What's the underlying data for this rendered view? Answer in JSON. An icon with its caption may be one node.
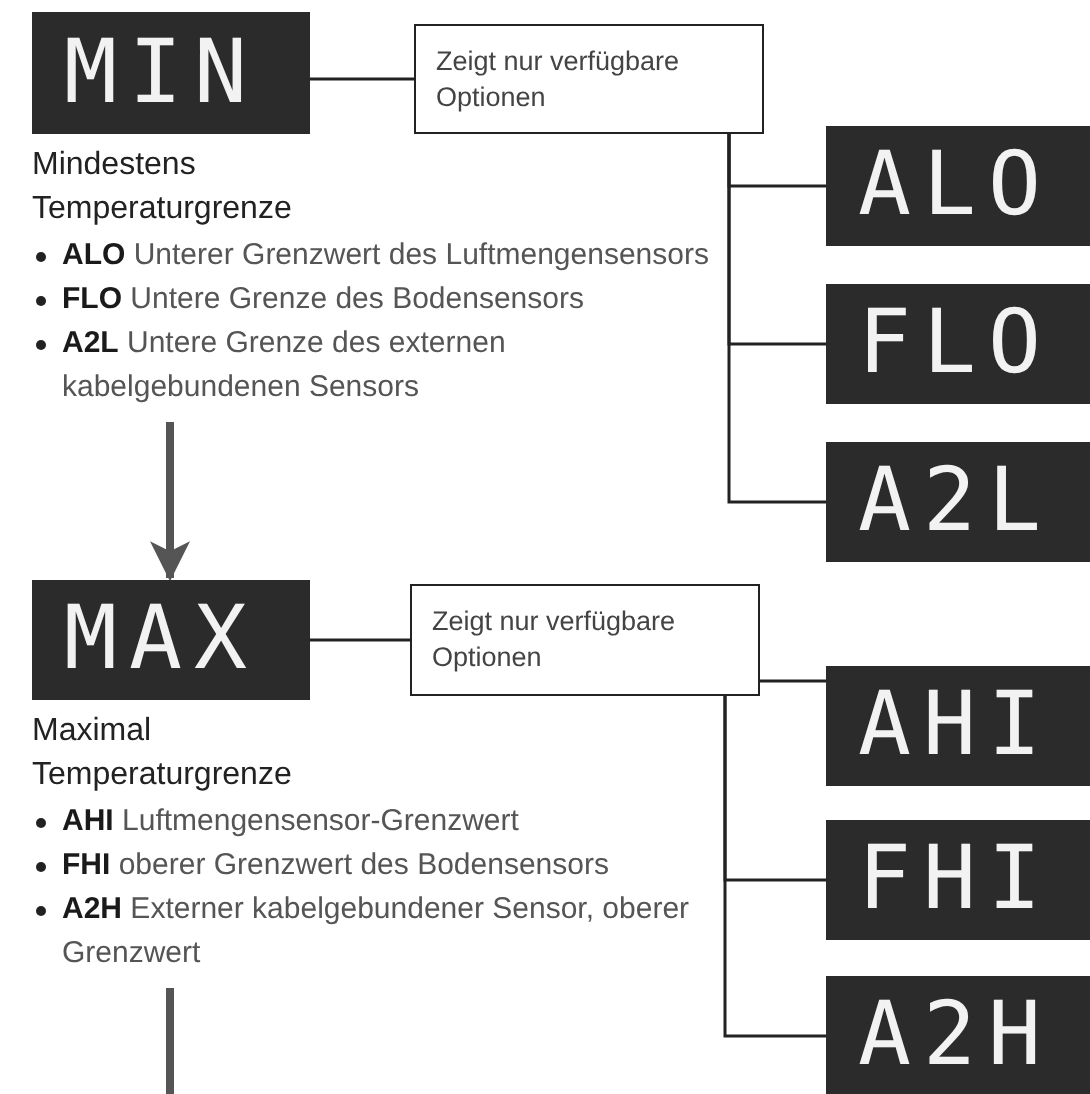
{
  "diagram": {
    "nodes": [
      {
        "text": [
          "MIN"
        ],
        "beside": [
          "Mindestens Temperaturgrenze",
          "**ALO** Unterer Grenzwert des Luftmengensensors",
          "**FLO** Untere Grenze des Bodensensors",
          "**A2L** Untere Grenze des externen kabelgebundenen Sensors"
        ]
      },
      {
        "text": [
          "Zeigt nur verfügbare Optionen"
        ]
      },
      {
        "text": [
          "ALO"
        ]
      },
      {
        "text": [
          "FLO"
        ]
      },
      {
        "text": [
          "A2L"
        ]
      },
      {
        "text": [
          "MAX"
        ],
        "beside": [
          "Maximal Temperaturgrenze",
          "**AHI** Luftmengensensor-Grenzwert",
          "**FHI** oberer Grenzwert des Bodensensors",
          "**A2H** Externer kabelgebundener Sensor, oberer Grenzwert"
        ]
      },
      {
        "text": [
          "Zeigt nur verfügbare Optionen"
        ]
      },
      {
        "text": [
          "AHI"
        ]
      },
      {
        "text": [
          "FHI"
        ]
      },
      {
        "text": [
          "A2H"
        ]
      }
    ],
    "edges": [
      {
        "from": 0,
        "to": 1,
        "arrow": "none"
      },
      {
        "from": 1,
        "to": 2,
        "arrow": "none"
      },
      {
        "from": 1,
        "to": 3,
        "arrow": "none"
      },
      {
        "from": 1,
        "to": 4,
        "arrow": "none"
      },
      {
        "from": 0,
        "to": 5,
        "arrow": "to",
        "style": "thick"
      },
      {
        "from": 5,
        "to": 6,
        "arrow": "none"
      },
      {
        "from": 6,
        "to": 7,
        "arrow": "none"
      },
      {
        "from": 6,
        "to": 8,
        "arrow": "none"
      },
      {
        "from": 6,
        "to": 9,
        "arrow": "none"
      },
      {
        "from": 5,
        "to": null,
        "arrow": "none",
        "style": "thick"
      }
    ]
  }
}
